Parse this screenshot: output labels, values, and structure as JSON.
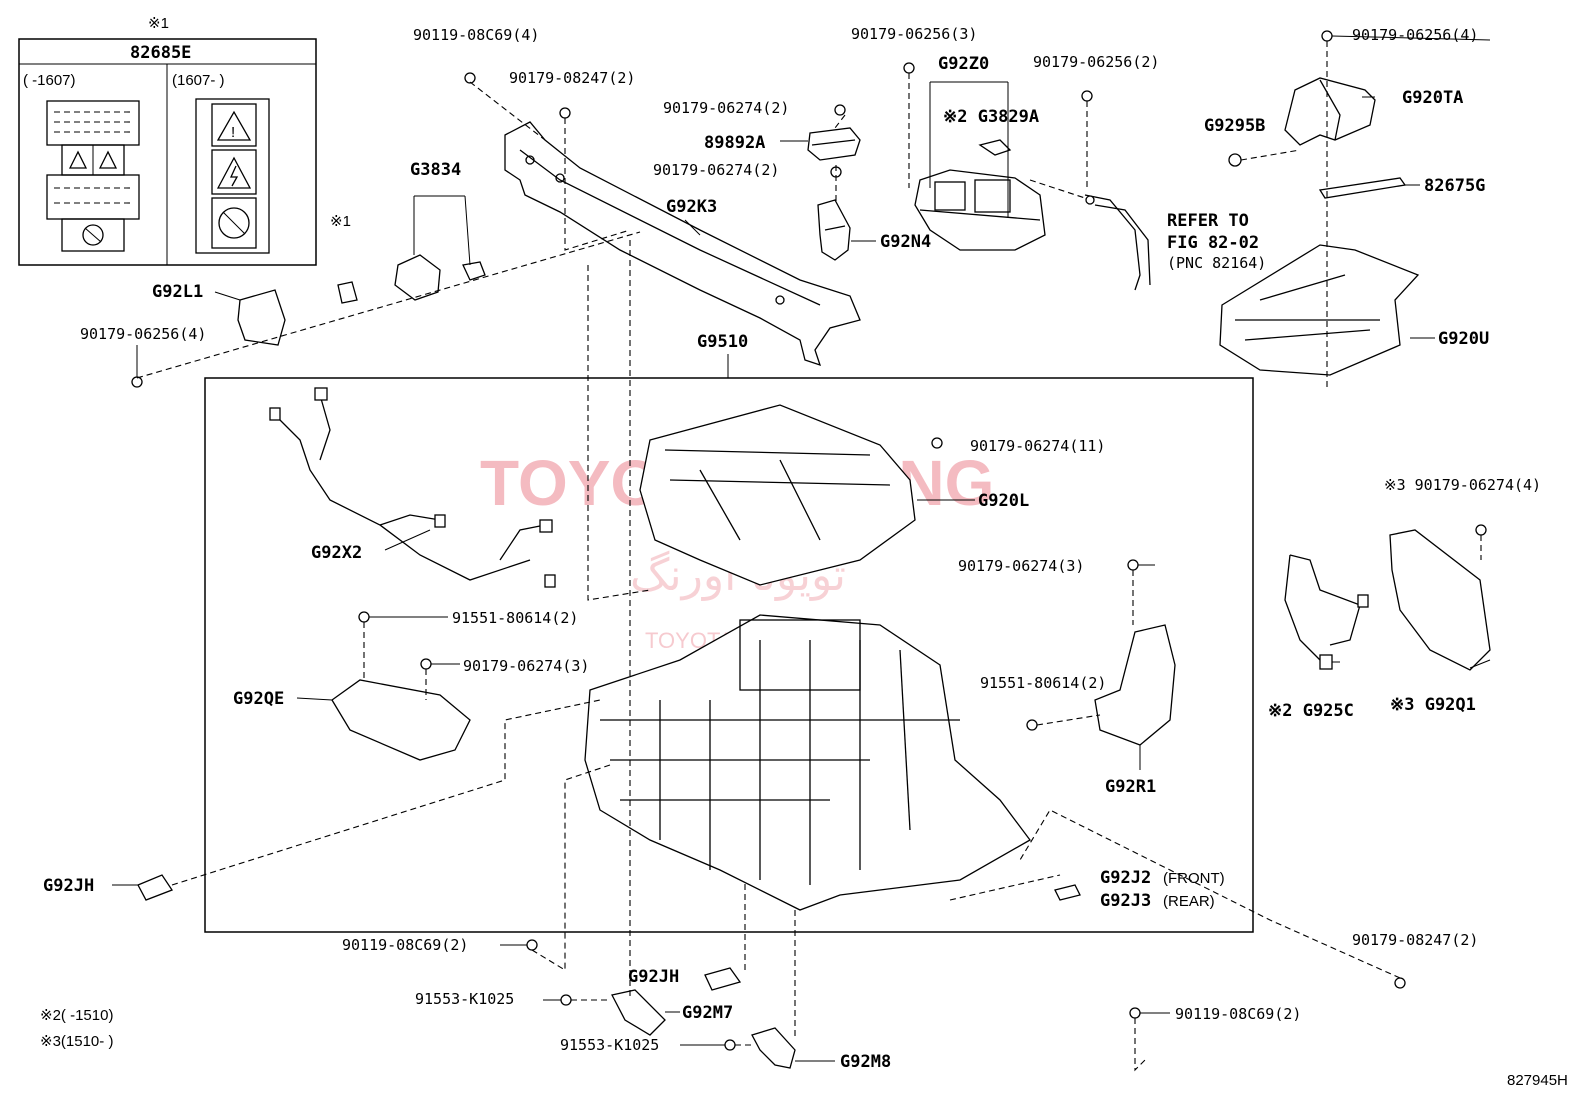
{
  "inset": {
    "note_mark": "※1",
    "title": "82685E",
    "left_range": "(     -1607)",
    "right_range": "(1607-      )"
  },
  "labels": {
    "l_90119_08c69_4": "90119-08C69(4)",
    "l_90179_08247_2_top": "90179-08247(2)",
    "l_90179_06274_2_a": "90179-06274(2)",
    "l_89892a": "89892A",
    "l_90179_06274_2_b": "90179-06274(2)",
    "l_90179_06256_3": "90179-06256(3)",
    "l_g92z0": "G92Z0",
    "l_g3829a": "※2 G3829A",
    "l_90179_06256_2": "90179-06256(2)",
    "l_90179_06256_4_tr": "90179-06256(4)",
    "l_g920ta": "G920TA",
    "l_g9295b": "G9295B",
    "l_82675g": "82675G",
    "l_refer1": "REFER TO",
    "l_refer2": "FIG 82-02",
    "l_refer3": "(PNC 82164)",
    "l_g920u": "G920U",
    "l_g3834": "G3834",
    "l_note1_small": "※1",
    "l_g92k3": "G92K3",
    "l_g92n4": "G92N4",
    "l_g92l1": "G92L1",
    "l_90179_06256_4_l": "90179-06256(4)",
    "l_g9510": "G9510",
    "l_90179_06274_11": "90179-06274(11)",
    "l_g920l": "G920L",
    "l_g92x2": "G92X2",
    "l_90179_06274_3_r": "90179-06274(3)",
    "l_91551_80614_2_l": "91551-80614(2)",
    "l_90179_06274_3_l": "90179-06274(3)",
    "l_g92qe": "G92QE",
    "l_91551_80614_2_r": "91551-80614(2)",
    "l_g92r1": "G92R1",
    "l_g92jh_l": "G92JH",
    "l_g92j2": "G92J2",
    "l_front": "(FRONT)",
    "l_g92j3": "G92J3",
    "l_rear": "(REAR)",
    "l_90179_06274_4_r": "※3 90179-06274(4)",
    "l_g925c": "※2 G925C",
    "l_g92q1": "※3 G92Q1",
    "l_90119_08c69_2_a": "90119-08C69(2)",
    "l_g92jh_b": "G92JH",
    "l_91553_k1025_a": "91553-K1025",
    "l_g92m7": "G92M7",
    "l_91553_k1025_b": "91553-K1025",
    "l_g92m8": "G92M8",
    "l_90119_08c69_2_b": "90119-08C69(2)",
    "l_90179_08247_2_r": "90179-08247(2)",
    "l_note2": "※2(      -1510)",
    "l_note3": "※3(1510-      )",
    "l_fig_id": "827945H"
  },
  "watermark": {
    "main": "TOYOTA ORANG",
    "arabic": "تویوتا اورنگ",
    "small": "TOYOTA ORANG"
  }
}
